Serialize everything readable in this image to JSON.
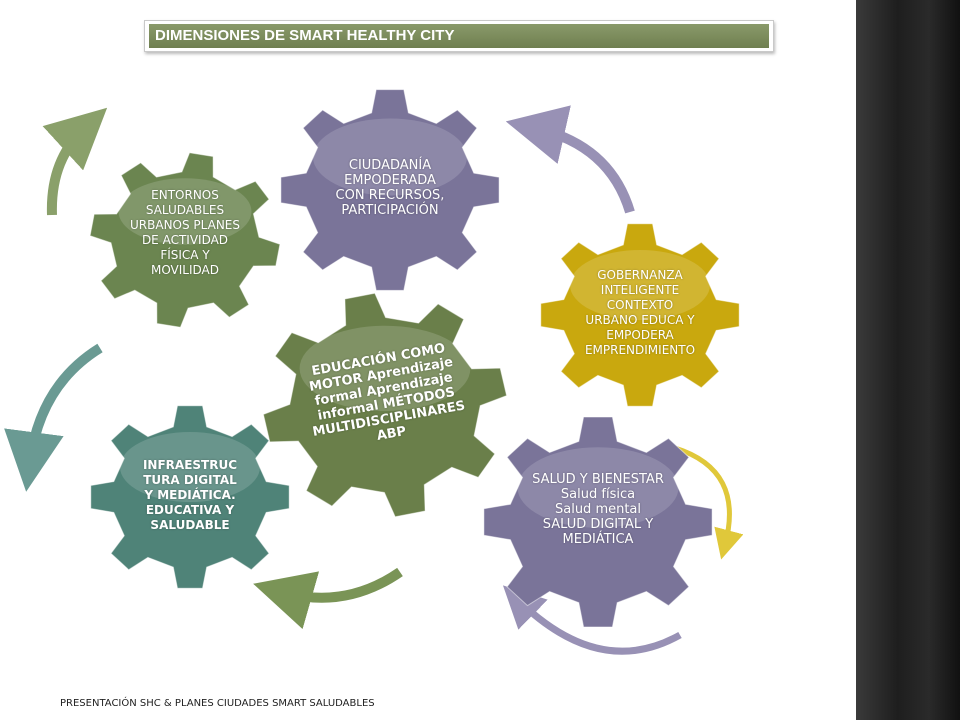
{
  "title": "DIMENSIONES  DE SMART HEALTHY CITY",
  "footer": "PRESENTACIÓN SHC & PLANES CIUDADES SMART SALUDABLES",
  "gears": [
    {
      "id": "entornos",
      "color": "#6b8550",
      "lines": [
        "ENTORNOS",
        "SALUDABLES",
        "URBANOS PLANES",
        "DE ACTIVIDAD",
        "FÍSICA Y",
        "MOVILIDAD"
      ]
    },
    {
      "id": "ciudadania",
      "color": "#7a7499",
      "lines": [
        "CIUDADANÍA",
        "EMPODERADA",
        "CON RECURSOS,",
        "PARTICIPACIÓN"
      ]
    },
    {
      "id": "gobernanza",
      "color": "#c9a80e",
      "lines": [
        "GOBERNANZA",
        "INTELIGENTE",
        "CONTEXTO",
        "URBANO  EDUCA Y",
        "EMPODERA",
        "EMPRENDIMIENTO"
      ]
    },
    {
      "id": "educacion",
      "color": "#6a7f4a",
      "lines": [
        "EDUCACIÓN COMO",
        "MOTOR Aprendizaje",
        "formal  Aprendizaje",
        "informal  MÉTODOS",
        "MULTIDISCIPLINARES",
        "ABP"
      ]
    },
    {
      "id": "infraestructura",
      "color": "#4f8378",
      "lines": [
        "INFRAESTRUC",
        "TURA DIGITAL",
        "Y MEDIÁTICA.",
        "EDUCATIVA Y",
        "SALUDABLE"
      ]
    },
    {
      "id": "salud",
      "color": "#7a7499",
      "lines": [
        "SALUD Y BIENESTAR",
        "Salud física",
        "Salud mental",
        "SALUD DIGITAL Y",
        "MEDIÁTICA"
      ]
    }
  ]
}
